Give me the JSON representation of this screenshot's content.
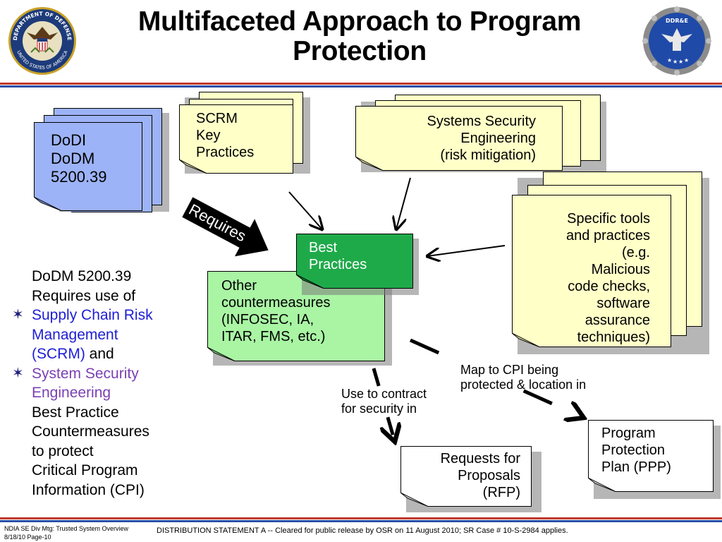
{
  "slide": {
    "title": "Multifaceted Approach to Program Protection",
    "logos": {
      "left": {
        "name": "DEPARTMENT OF DEFENSE seal",
        "top_text": "DEPARTMENT OF DEFENSE",
        "bottom_text": "UNITED STATES OF AMERICA"
      },
      "right": {
        "name": "DDR&E seal",
        "text": "DDR&E"
      }
    },
    "colors": {
      "dodi_card": "#9db3f7",
      "yellow_card": "#ffffc8",
      "best_practices": "#1faa4a",
      "other_card": "#a9f5a4",
      "divider_red": "#c0392b",
      "divider_blue": "#2a4fa8",
      "blue_text": "#1d1dd6",
      "purple_text": "#7b3fb3"
    }
  },
  "cards": {
    "dodi": {
      "lines": [
        "DoDI",
        "DoDM",
        "5200.39"
      ]
    },
    "scrm": {
      "lines": [
        "SCRM",
        "Key",
        "Practices"
      ]
    },
    "sse": {
      "lines": [
        "Systems Security",
        "Engineering",
        "(risk mitigation)"
      ]
    },
    "tools": {
      "lines": [
        "Specific tools",
        "and practices",
        "(e.g.",
        "Malicious",
        "code checks,",
        "software",
        "assurance",
        "techniques)"
      ]
    },
    "best": {
      "lines": [
        "Best",
        "Practices"
      ]
    },
    "other": {
      "lines": [
        "Other",
        "countermeasures",
        "(INFOSEC, IA,",
        "ITAR, FMS, etc.)"
      ]
    },
    "rfp": {
      "lines": [
        "Requests for",
        "Proposals",
        "(RFP)"
      ]
    },
    "ppp": {
      "lines": [
        "Program",
        "Protection",
        "Plan (PPP)"
      ]
    }
  },
  "requires_label": "Requires",
  "arrow_labels": {
    "map_cpi": [
      "Map to CPI being",
      "protected & location in"
    ],
    "use_contract": [
      "Use to contract",
      "for security in"
    ]
  },
  "left_text": {
    "line1": "DoDM 5200.39",
    "line2": "Requires use of",
    "bullet_icon": "six-point-star",
    "bullet1_lines": [
      "Supply Chain Risk",
      "Management",
      "(SCRM)"
    ],
    "bullet1_suffix": " and",
    "bullet2_lines": [
      "System Security",
      "Engineering"
    ],
    "rest_lines": [
      "Best Practice",
      "Countermeasures",
      "to protect",
      "Critical Program",
      "Information (CPI)"
    ]
  },
  "footer": {
    "left_line1": "NDIA SE Div Mtg: Trusted System Overview",
    "left_line2": "8/18/10 Page-10",
    "statement": "DISTRIBUTION STATEMENT A -- Cleared for public release by OSR on 11 August 2010; SR Case # 10-S-2984 applies."
  }
}
